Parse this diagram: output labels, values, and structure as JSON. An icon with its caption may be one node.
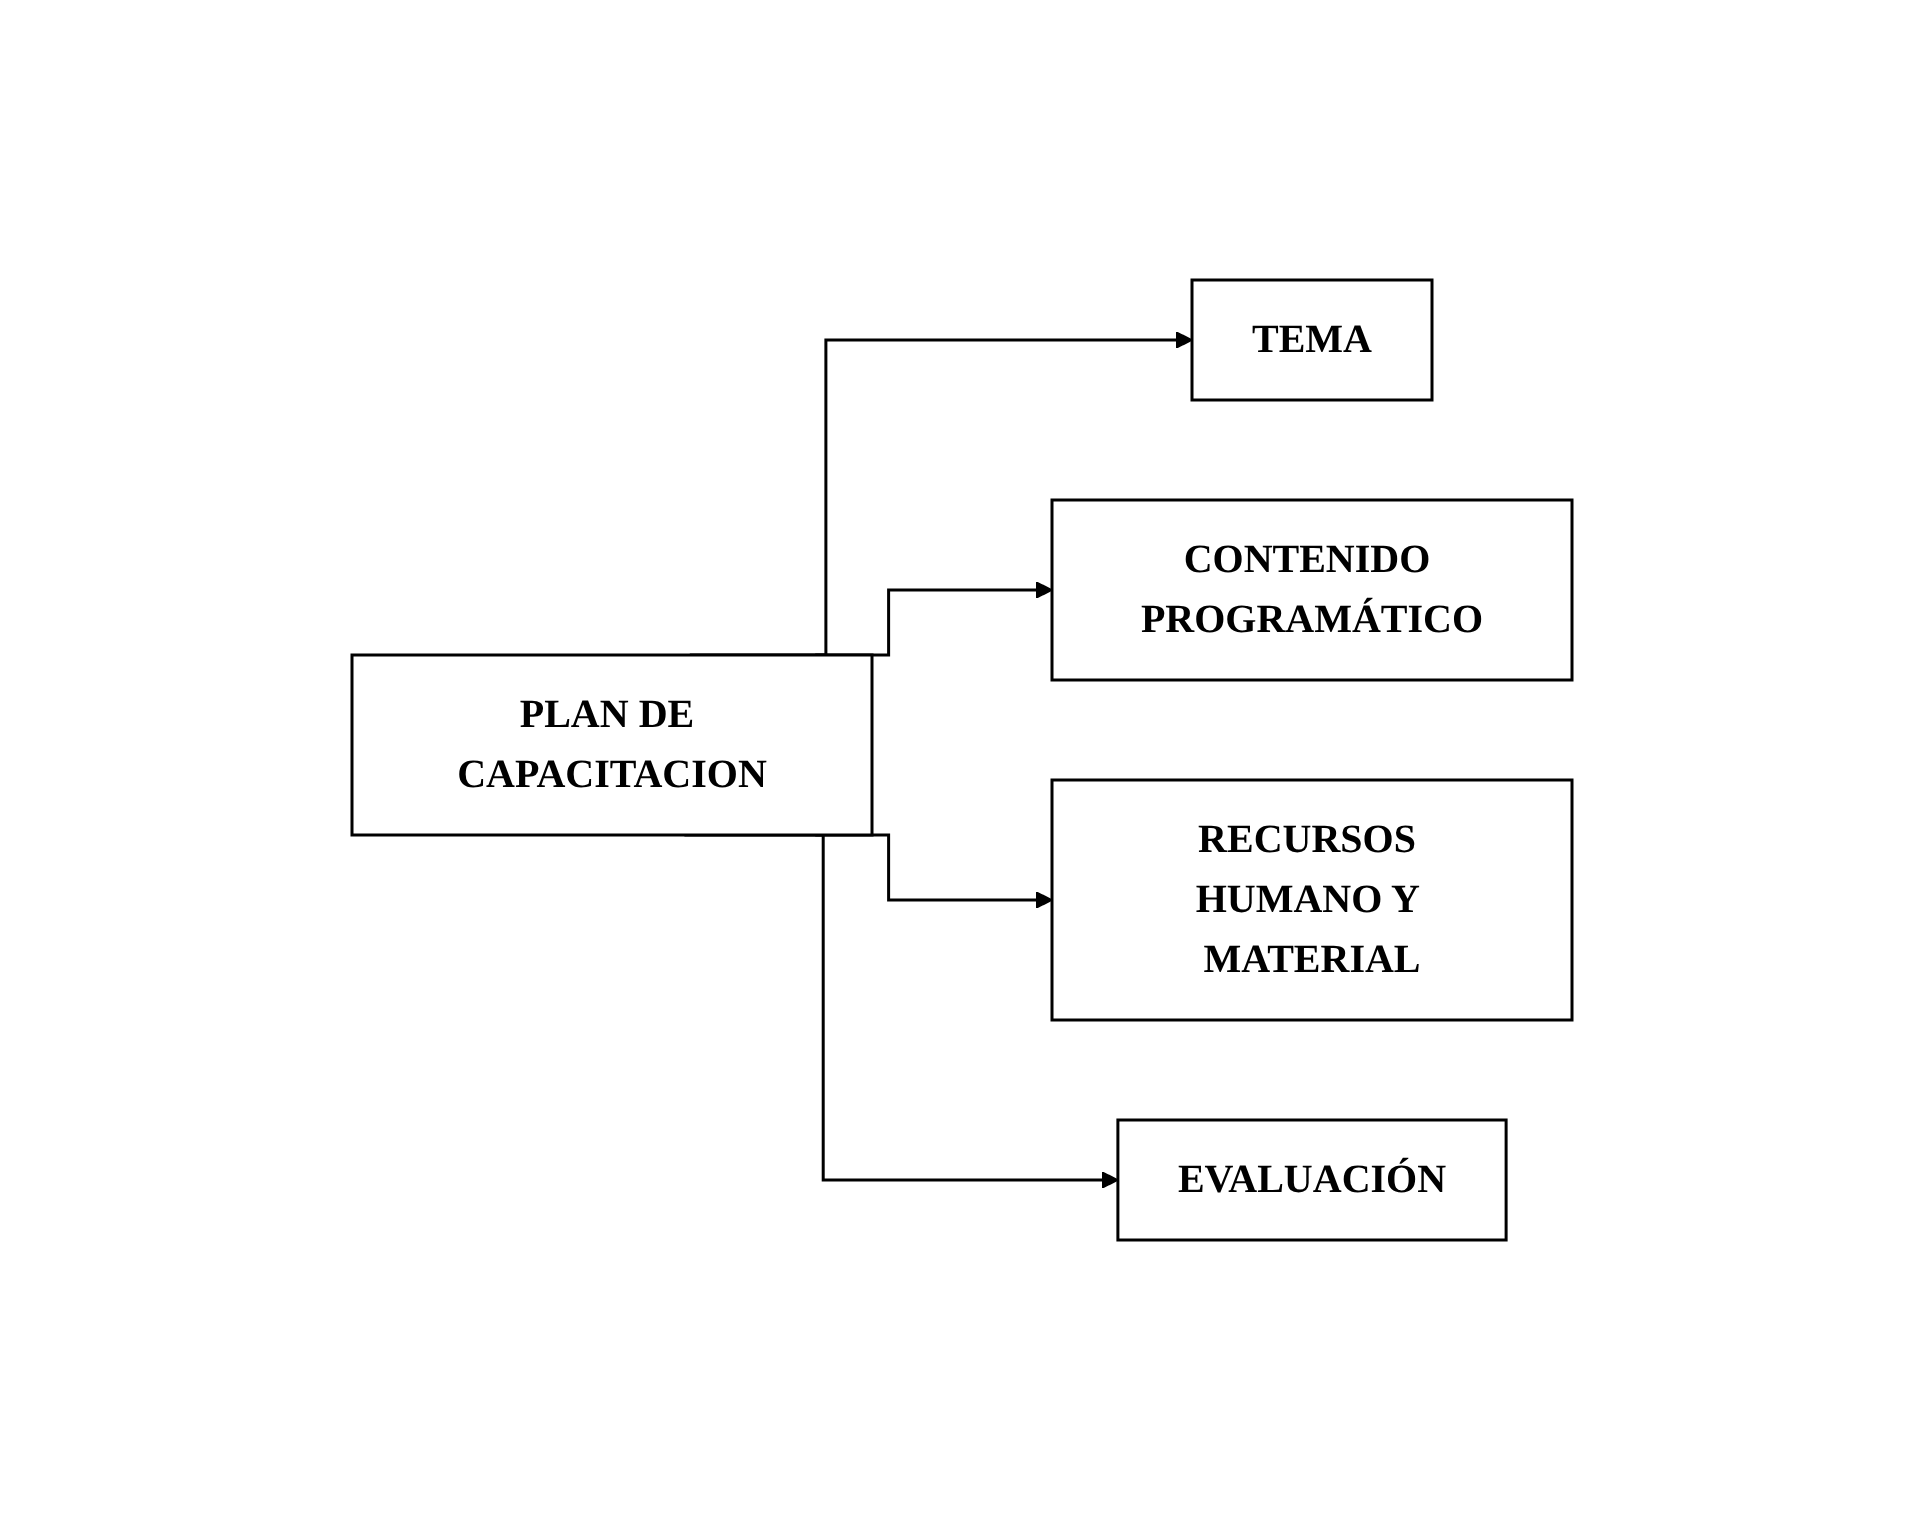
{
  "diagram": {
    "nodes": [
      {
        "text": [
          "PLAN DE CAPACITACION"
        ]
      },
      {
        "text": [
          "TEMA"
        ]
      },
      {
        "text": [
          "CONTENIDO PROGRAMÁTICO"
        ]
      },
      {
        "text": [
          "RECURSOS HUMANO Y MATERIAL"
        ]
      },
      {
        "text": [
          "EVALUACIÓN"
        ]
      }
    ],
    "edges": [
      {
        "from": 0,
        "to": 1,
        "arrow": "to"
      },
      {
        "from": 0,
        "to": 2,
        "arrow": "to"
      },
      {
        "from": 0,
        "to": 3,
        "arrow": "to"
      },
      {
        "from": 0,
        "to": 4,
        "arrow": "to"
      }
    ]
  }
}
